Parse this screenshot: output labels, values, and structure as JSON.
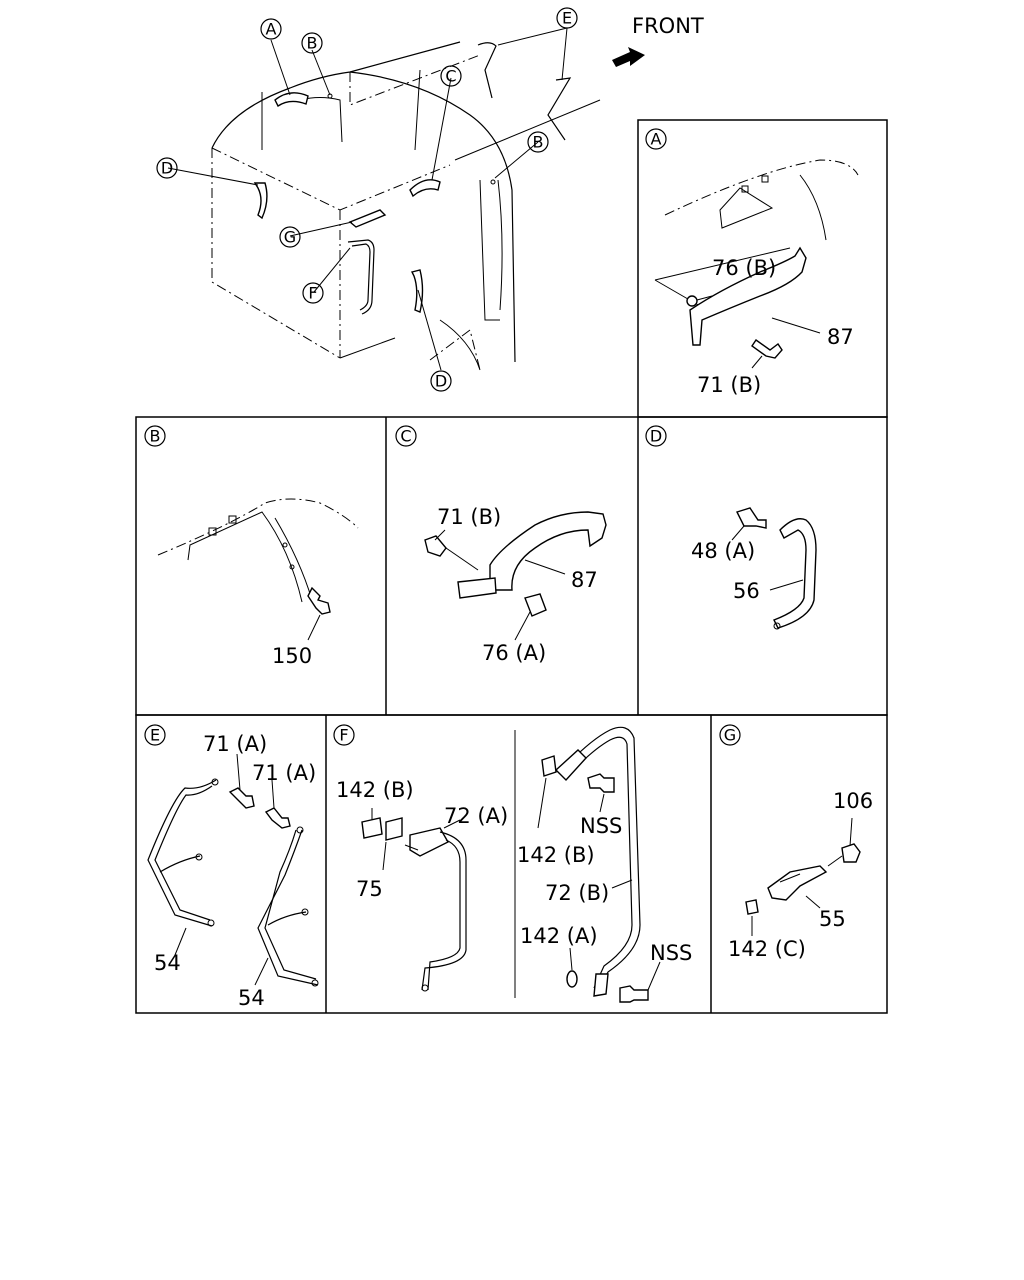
{
  "front_label": "FRONT",
  "overview": {
    "callouts": {
      "A": "A",
      "B1": "B",
      "B2": "B",
      "C": "C",
      "D1": "D",
      "D2": "D",
      "E": "E",
      "F": "F",
      "G": "G"
    }
  },
  "panels": {
    "A": {
      "letter": "A",
      "labels": {
        "p76b": "76 (B)",
        "p87": "87",
        "p71b": "71 (B)"
      }
    },
    "B": {
      "letter": "B",
      "labels": {
        "p150": "150"
      }
    },
    "C": {
      "letter": "C",
      "labels": {
        "p71b": "71 (B)",
        "p87": "87",
        "p76a": "76 (A)"
      }
    },
    "D": {
      "letter": "D",
      "labels": {
        "p48a": "48 (A)",
        "p56": "56"
      }
    },
    "E": {
      "letter": "E",
      "labels": {
        "p71a_1": "71 (A)",
        "p71a_2": "71 (A)",
        "p54_1": "54",
        "p54_2": "54"
      }
    },
    "F": {
      "letter": "F",
      "labels": {
        "p142b_1": "142 (B)",
        "p72a": "72 (A)",
        "p75": "75",
        "p142b_2": "142 (B)",
        "nss_1": "NSS",
        "p72b": "72 (B)",
        "p142a": "142 (A)",
        "nss_2": "NSS"
      }
    },
    "G": {
      "letter": "G",
      "labels": {
        "p106": "106",
        "p55": "55",
        "p142c": "142 (C)"
      }
    }
  }
}
